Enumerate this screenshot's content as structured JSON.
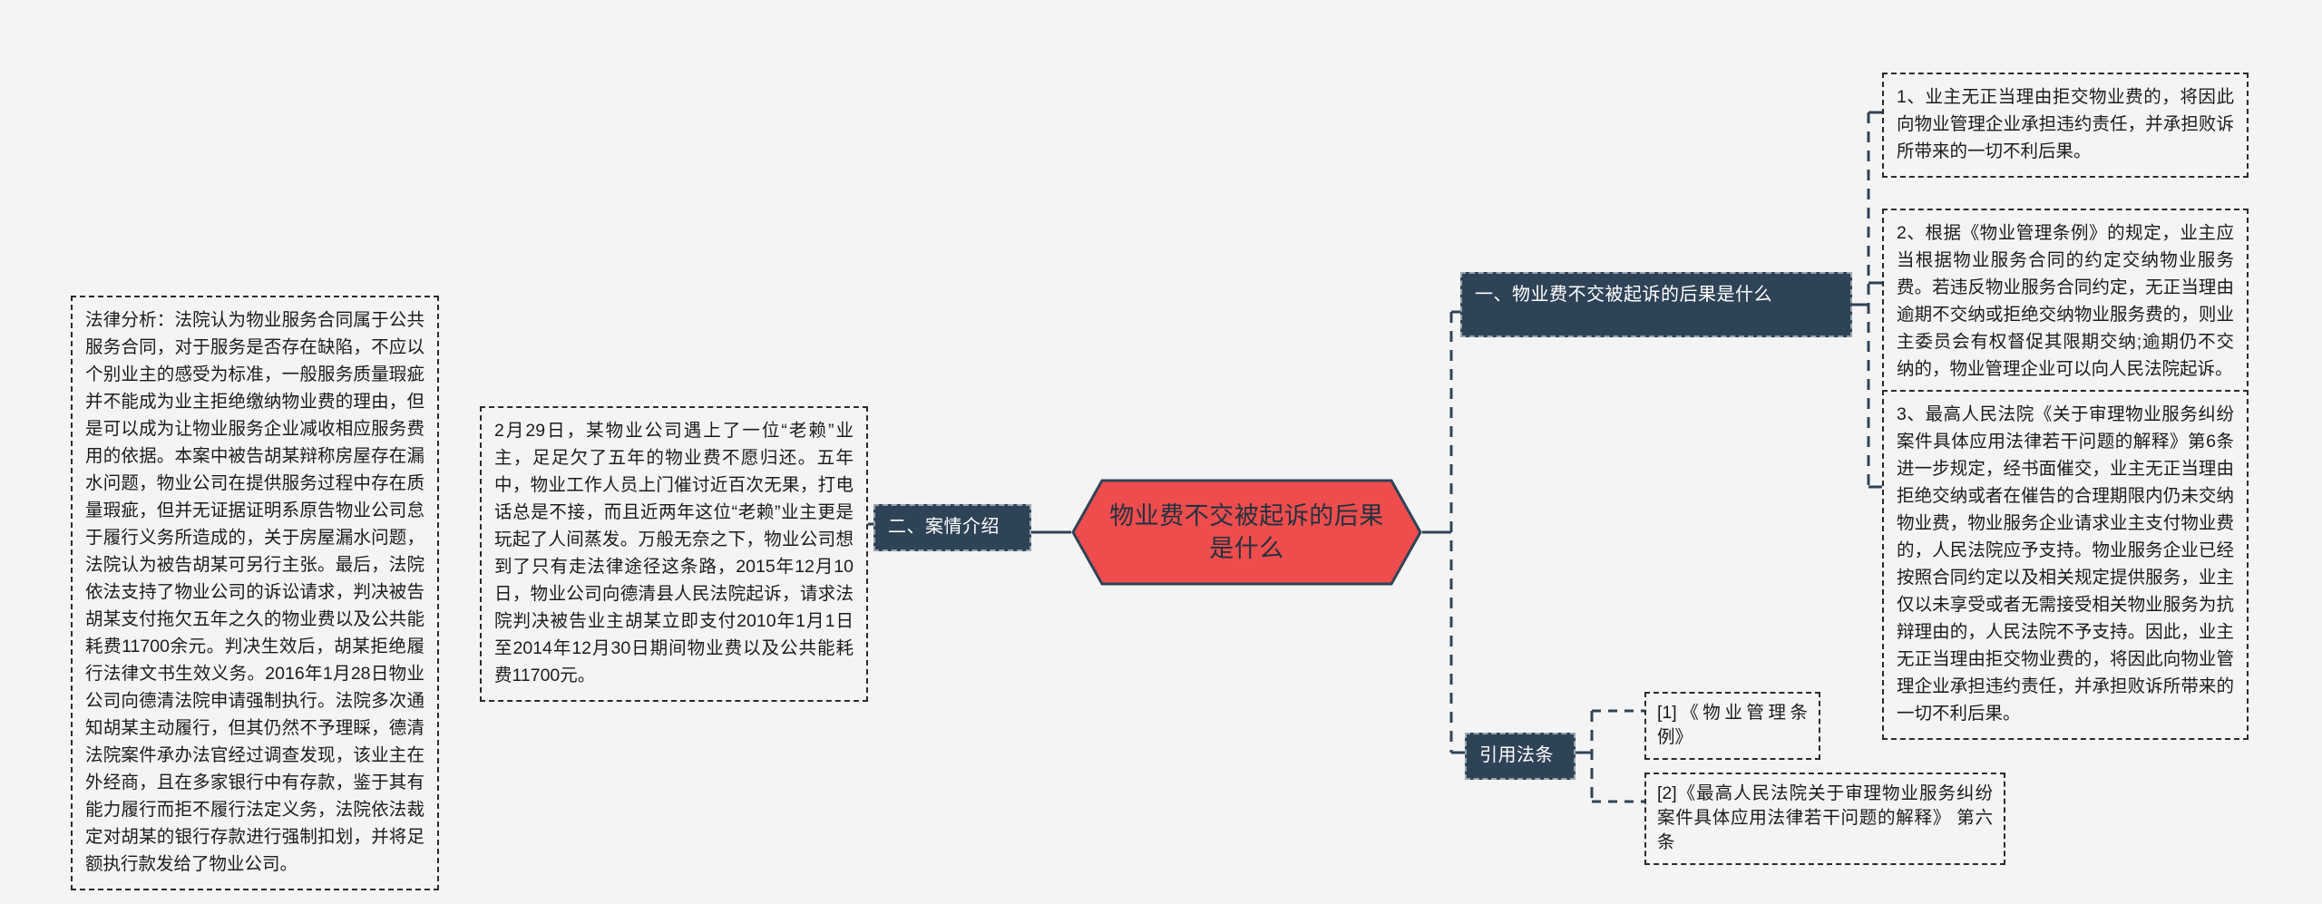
{
  "document": {
    "type": "mind-map",
    "background_color": "#f4f4f4",
    "accent_color": "#ef4d4d",
    "branch_color": "#2f4357",
    "text_color": "#1b1b1b"
  },
  "root": {
    "label": "物业费不交被起诉的后果\n是什么",
    "shape": "hexagon",
    "fill": "#ef4d4d",
    "stroke": "#2f4357"
  },
  "branches": [
    {
      "id": "branch-1",
      "label": "一、物业费不交被起诉的后果是什么"
    },
    {
      "id": "branch-2",
      "label": "二、案情介绍"
    },
    {
      "id": "branch-3",
      "label": "引用法条"
    }
  ],
  "leaves": {
    "legal_analysis": "法律分析：法院认为物业服务合同属于公共服务合同，对于服务是否存在缺陷，不应以个别业主的感受为标准，一般服务质量瑕疵并不能成为业主拒绝缴纳物业费的理由，但是可以成为让物业服务企业减收相应服务费用的依据。本案中被告胡某辩称房屋存在漏水问题，物业公司在提供服务过程中存在质量瑕疵，但并无证据证明系原告物业公司怠于履行义务所造成的，关于房屋漏水问题，法院认为被告胡某可另行主张。最后，法院依法支持了物业公司的诉讼请求，判决被告胡某支付拖欠五年之久的物业费以及公共能耗费11700余元。判决生效后，胡某拒绝履行法律文书生效义务。2016年1月28日物业公司向德清法院申请强制执行。法院多次通知胡某主动履行，但其仍然不予理睬，德清法院案件承办法官经过调查发现，该业主在外经商，且在多家银行中有存款，鉴于其有能力履行而拒不履行法定义务，法院依法裁定对胡某的银行存款进行强制扣划，并将足额执行款发给了物业公司。",
    "case_intro": "2月29日，某物业公司遇上了一位“老赖”业主，足足欠了五年的物业费不愿归还。五年中，物业工作人员上门催讨近百次无果，打电话总是不接，而且近两年这位“老赖”业主更是玩起了人间蒸发。万般无奈之下，物业公司想到了只有走法律途径这条路，2015年12月10日，物业公司向德清县人民法院起诉，请求法院判决被告业主胡某立即支付2010年1月1日至2014年12月30日期间物业费以及公共能耗费11700元。",
    "consequence_1": "1、业主无正当理由拒交物业费的，将因此向物业管理企业承担违约责任，并承担败诉所带来的一切不利后果。",
    "consequence_2": "2、根据《物业管理条例》的规定，业主应当根据物业服务合同的约定交纳物业服务费。若违反物业服务合同约定，无正当理由逾期不交纳或拒绝交纳物业服务费的，则业主委员会有权督促其限期交纳;逾期仍不交纳的，物业管理企业可以向人民法院起诉。",
    "consequence_3": "3、最高人民法院《关于审理物业服务纠纷案件具体应用法律若干问题的解释》第6条进一步规定，经书面催交，业主无正当理由拒绝交纳或者在催告的合理期限内仍未交纳物业费，物业服务企业请求业主支付物业费的，人民法院应予支持。物业服务企业已经按照合同约定以及相关规定提供服务，业主仅以未享受或者无需接受相关物业服务为抗辩理由的，人民法院不予支持。因此，业主无正当理由拒交物业费的，将因此向物业管理企业承担违约责任，并承担败诉所带来的一切不利后果。",
    "citation_1": "[1]《物业管理条例》",
    "citation_2": "[2]《最高人民法院关于审理物业服务纠纷案件具体应用法律若干问题的解释》 第六条"
  }
}
